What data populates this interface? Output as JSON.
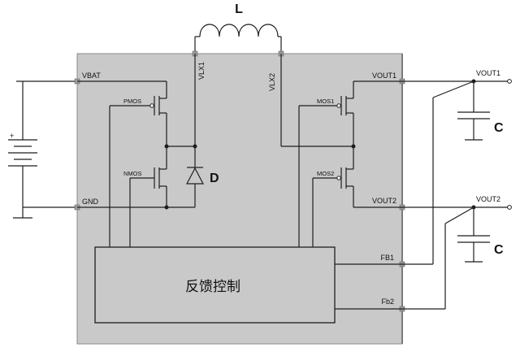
{
  "diagram": {
    "inductor_label": "L",
    "diode_label": "D",
    "cap1_label": "C",
    "cap2_label": "C",
    "control_block_label": "反馈控制",
    "pins": {
      "vbat": "VBAT",
      "gnd": "GND",
      "vlx1": "VLX1",
      "vlx2": "VLX2",
      "vout1": "VOUT1",
      "vout2": "VOUT2",
      "fb1": "FB1",
      "fb2": "Fb2"
    },
    "transistors": {
      "pmos": "PMOS",
      "nmos": "NMOS",
      "mos1": "MOS1",
      "mos2": "MOS2"
    },
    "outputs": {
      "vout1_ext": "VOUT1",
      "vout2_ext": "VOUT2"
    },
    "battery_plus": "+",
    "colors": {
      "chip_fill": "#c9c9c9",
      "chip_border": "#8a8a8a",
      "wire": "#1e1e1e"
    }
  }
}
